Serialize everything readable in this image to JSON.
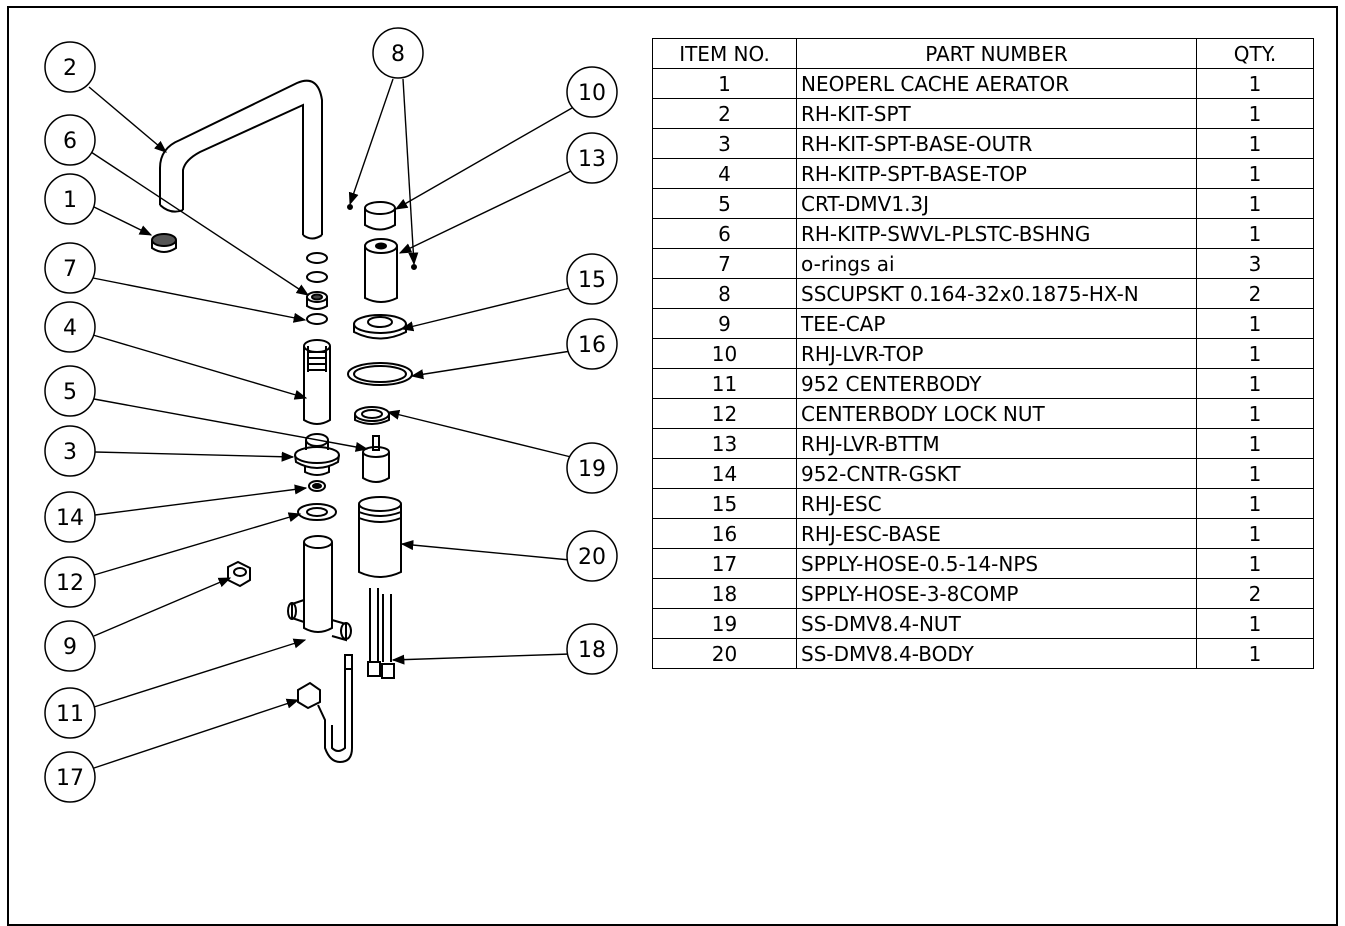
{
  "bom": {
    "headers": [
      "ITEM NO.",
      "PART NUMBER",
      "QTY."
    ],
    "rows": [
      {
        "item": "1",
        "part": "NEOPERL CACHE AERATOR",
        "qty": "1"
      },
      {
        "item": "2",
        "part": "RH-KIT-SPT",
        "qty": "1"
      },
      {
        "item": "3",
        "part": "RH-KIT-SPT-BASE-OUTR",
        "qty": "1"
      },
      {
        "item": "4",
        "part": "RH-KITP-SPT-BASE-TOP",
        "qty": "1"
      },
      {
        "item": "5",
        "part": "CRT-DMV1.3J",
        "qty": "1"
      },
      {
        "item": "6",
        "part": "RH-KITP-SWVL-PLSTC-BSHNG",
        "qty": "1"
      },
      {
        "item": "7",
        "part": "o-rings ai",
        "qty": "3"
      },
      {
        "item": "8",
        "part": "SSCUPSKT 0.164-32x0.1875-HX-N",
        "qty": "2"
      },
      {
        "item": "9",
        "part": "TEE-CAP",
        "qty": "1"
      },
      {
        "item": "10",
        "part": "RHJ-LVR-TOP",
        "qty": "1"
      },
      {
        "item": "11",
        "part": "952 CENTERBODY",
        "qty": "1"
      },
      {
        "item": "12",
        "part": "CENTERBODY LOCK NUT",
        "qty": "1"
      },
      {
        "item": "13",
        "part": "RHJ-LVR-BTTM",
        "qty": "1"
      },
      {
        "item": "14",
        "part": "952-CNTR-GSKT",
        "qty": "1"
      },
      {
        "item": "15",
        "part": "RHJ-ESC",
        "qty": "1"
      },
      {
        "item": "16",
        "part": "RHJ-ESC-BASE",
        "qty": "1"
      },
      {
        "item": "17",
        "part": "SPPLY-HOSE-0.5-14-NPS",
        "qty": "1"
      },
      {
        "item": "18",
        "part": "SPPLY-HOSE-3-8COMP",
        "qty": "2"
      },
      {
        "item": "19",
        "part": "SS-DMV8.4-NUT",
        "qty": "1"
      },
      {
        "item": "20",
        "part": "SS-DMV8.4-BODY",
        "qty": "1"
      }
    ]
  },
  "balloons": [
    "2",
    "6",
    "1",
    "7",
    "4",
    "5",
    "3",
    "14",
    "12",
    "9",
    "11",
    "17",
    "8",
    "10",
    "13",
    "15",
    "16",
    "19",
    "20",
    "18"
  ]
}
